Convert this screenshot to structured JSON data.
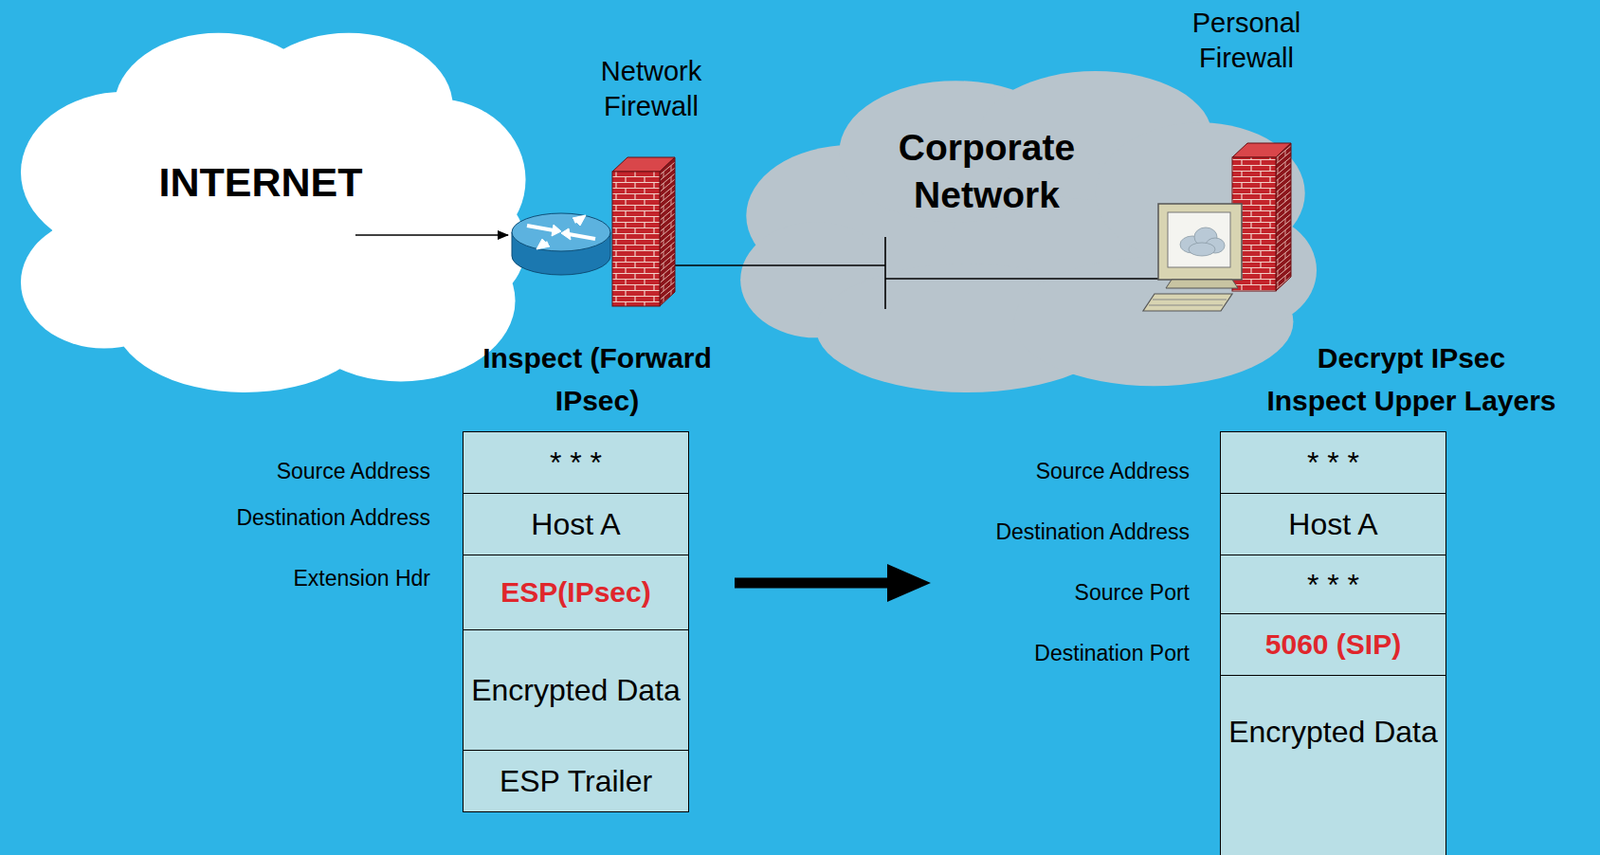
{
  "diagram": {
    "nodes": [
      {
        "text": [
          "INTERNET"
        ]
      },
      {
        "text": [
          "Corporate Network"
        ]
      },
      {
        "text": [
          "Inspect (Forward IPsec)"
        ]
      },
      {
        "text": [
          "* * *"
        ],
        "in": 2
      },
      {
        "text": [
          "Host A"
        ],
        "in": 2
      },
      {
        "text": [
          "ESP(IPsec)"
        ],
        "in": 2
      },
      {
        "text": [
          "Encrypted Data"
        ],
        "in": 2
      },
      {
        "text": [
          "ESP Trailer"
        ],
        "in": 2
      },
      {
        "text": [
          "Decrypt IPsec Inspect Upper Layers"
        ]
      },
      {
        "text": [
          "* * *"
        ],
        "in": 8
      },
      {
        "text": [
          "Host A"
        ],
        "in": 8
      },
      {
        "text": [
          "* * *"
        ],
        "in": 8
      },
      {
        "text": [
          "5060 (SIP)"
        ],
        "in": 8
      },
      {
        "text": [
          "Encrypted Data"
        ],
        "in": 8
      }
    ],
    "edges": [
      {
        "from": 2,
        "to": 8,
        "arrow": "to"
      }
    ],
    "labels": [
      "Network Firewall",
      "Personal Firewall",
      "Source Address",
      "Destination Address",
      "Extension Hdr",
      "Source Address",
      "Destination Address",
      "Source Port",
      "Destination Port"
    ]
  }
}
